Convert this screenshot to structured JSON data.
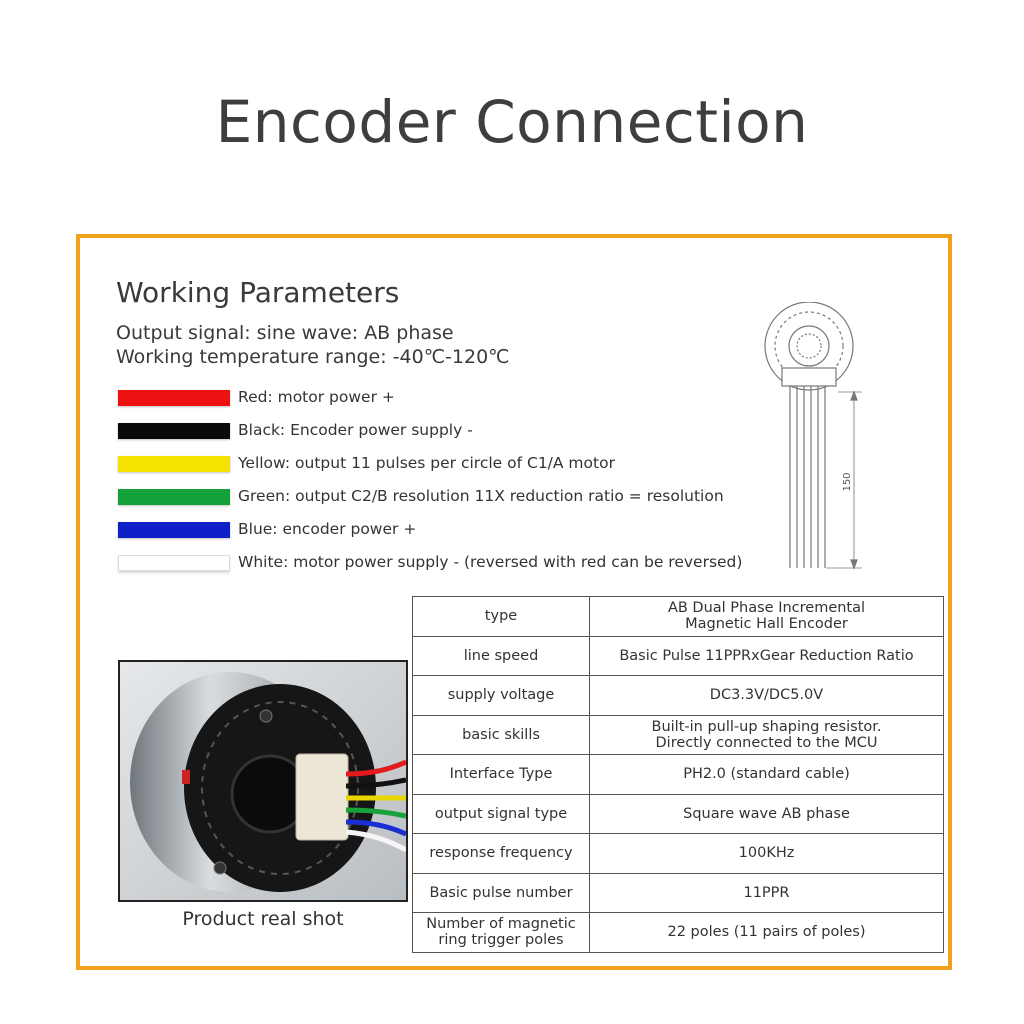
{
  "page_title": "Encoder Connection",
  "section_title": "Working Parameters",
  "output_signal": "Output signal: sine wave: AB phase",
  "working_temp": "Working temperature range: -40℃-120℃",
  "wires": [
    {
      "color": "#ee1111",
      "label": "Red: motor power +"
    },
    {
      "color": "#0a0a0a",
      "label": "Black: Encoder power supply -"
    },
    {
      "color": "#f5e200",
      "label": "Yellow: output 11 pulses per circle of C1/A motor"
    },
    {
      "color": "#14a03a",
      "label": "Green: output C2/B resolution 11X reduction ratio = resolution"
    },
    {
      "color": "#1020c8",
      "label": "Blue: encoder power +"
    },
    {
      "color": "#ffffff",
      "label": "White: motor power supply - (reversed with red can be reversed)"
    }
  ],
  "drawing_dimension": "150",
  "photo_caption": "Product real shot",
  "specs": [
    {
      "key": "type",
      "value": [
        "AB Dual Phase Incremental",
        "Magnetic Hall Encoder"
      ]
    },
    {
      "key": "line speed",
      "value": [
        "Basic Pulse 11PPRxGear Reduction Ratio"
      ]
    },
    {
      "key": "supply voltage",
      "value": [
        "DC3.3V/DC5.0V"
      ]
    },
    {
      "key": "basic skills",
      "value": [
        "Built-in pull-up shaping resistor.",
        "Directly connected to the MCU"
      ]
    },
    {
      "key": "Interface Type",
      "value": [
        "PH2.0 (standard cable)"
      ]
    },
    {
      "key": "output signal type",
      "value": [
        "Square wave AB phase"
      ]
    },
    {
      "key": "response frequency",
      "value": [
        "100KHz"
      ]
    },
    {
      "key": "Basic pulse number",
      "value": [
        "11PPR"
      ]
    },
    {
      "key": [
        "Number of magnetic",
        "ring trigger poles"
      ],
      "value": [
        "22 poles (11 pairs of poles)"
      ]
    }
  ],
  "colors": {
    "frame": "#f0a11c"
  }
}
